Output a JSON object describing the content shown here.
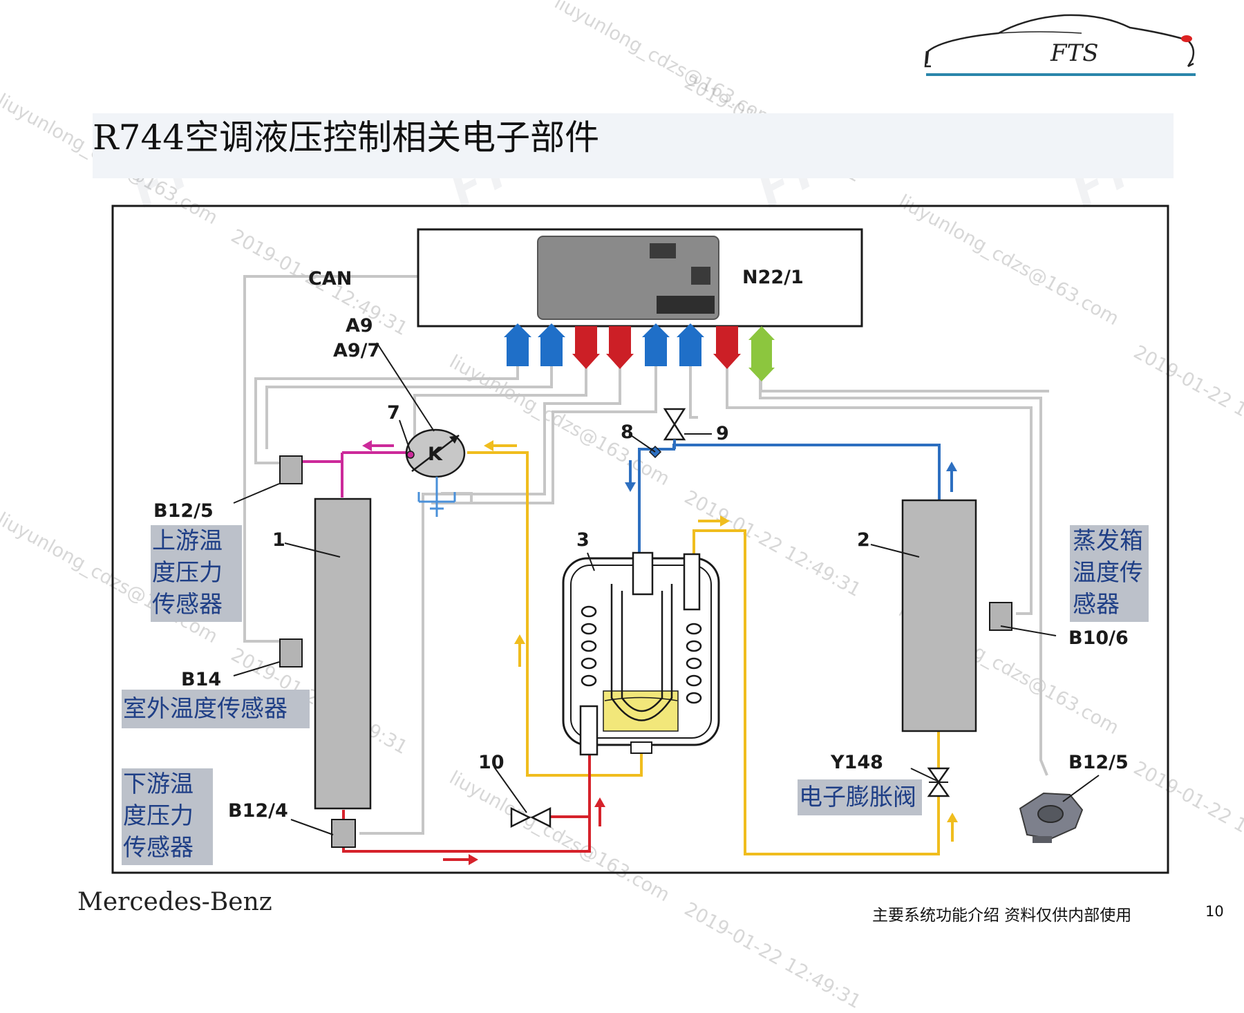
{
  "slide": {
    "title": "R744空调液压控制相关电子部件",
    "brand": "Mercedes-Benz",
    "logo_text": "FTS",
    "footer_text": "主要系统功能介绍  资料仅供内部使用",
    "page_number": "10"
  },
  "diagram": {
    "labels": {
      "can": "CAN",
      "control_unit": "N22/1",
      "a9": "A9",
      "a9_7": "A9/7",
      "compressor_k": "K",
      "n7": "7",
      "n8": "8",
      "n9": "9",
      "n1": "1",
      "n2": "2",
      "n3": "3",
      "n10": "10",
      "b12_5_left": "B12/5",
      "b14": "B14",
      "b12_4": "B12/4",
      "y148": "Y148",
      "b10_6": "B10/6",
      "b12_5_right": "B12/5"
    },
    "callouts": {
      "upstream_sensor": [
        "上游温",
        "度压力",
        "传感器"
      ],
      "outside_temp_sensor": "室外温度传感器",
      "downstream_sensor": [
        "下游温",
        "度压力",
        "传感器"
      ],
      "evaporator_temp_sensor": [
        "蒸发箱",
        "温度传",
        "感器"
      ],
      "expansion_valve": "电子膨胀阀"
    },
    "colors": {
      "high_pressure_hot": "#d6222b",
      "compressor_discharge": "#cc2a9a",
      "high_pressure_mid": "#f0bd1e",
      "low_pressure": "#2d6fc0",
      "signal_in": "#1f6fc8",
      "signal_out": "#cc1f26",
      "signal_bus": "#8cc63e",
      "wiring": "#c4c4c4"
    }
  },
  "watermark": {
    "user": "liuyunlong_cdzs@163.com",
    "timestamp": "2019-01-22 12:49:31",
    "logo": "FTS"
  }
}
